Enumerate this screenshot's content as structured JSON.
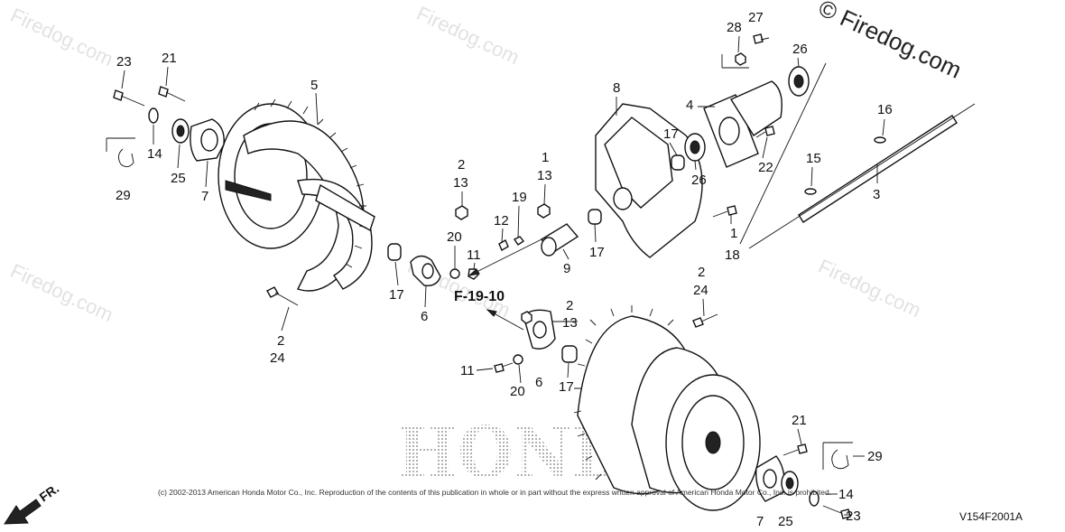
{
  "watermark": {
    "text": "Firedog.com",
    "main_text": "© Firedog.com"
  },
  "brand_watermark": "HONDA",
  "section_reference": "F-19-10",
  "front_indicator": "FR.",
  "copyright": "(c) 2002-2013 American Honda Motor Co., Inc. Reproduction of the contents of this publication in whole or in part without the express written approval of American Honda Motor Co., Inc. is prohibited.",
  "diagram_code": "V154F2001A",
  "callouts": {
    "c23a": "23",
    "c21a": "21",
    "c5": "5",
    "c14a": "14",
    "c25a": "25",
    "c7a": "7",
    "c29a": "29",
    "c2a": "2",
    "c24a": "24",
    "c17a": "17",
    "c6a": "6",
    "c20a": "20",
    "c11a": "11",
    "c2b": "2",
    "c13b": "13",
    "c12": "12",
    "c19": "19",
    "c1a": "1",
    "c13c": "13",
    "c9": "9",
    "c17b": "17",
    "c8": "8",
    "c17c": "17",
    "c26a": "26",
    "c28": "28",
    "c27": "27",
    "c26b": "26",
    "c4": "4",
    "c22": "22",
    "c1b": "1",
    "c18": "18",
    "c16": "16",
    "c15": "15",
    "c3": "3",
    "c2c": "2",
    "c13d": "13",
    "c11b": "11",
    "c20b": "20",
    "c6b": "6",
    "c17d": "17",
    "c2d": "2",
    "c24b": "24",
    "c21b": "21",
    "c29b": "29",
    "c14b": "14",
    "c7b": "7",
    "c25b": "25",
    "c23b": "23"
  }
}
